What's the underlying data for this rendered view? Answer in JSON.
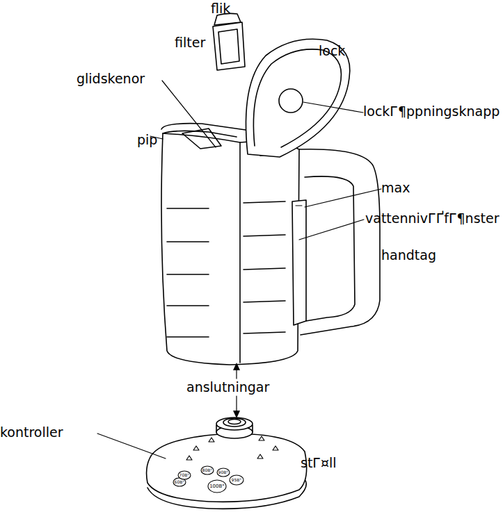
{
  "diagram": {
    "labels": [
      "flik",
      "filter",
      "lock",
      "glidskenor",
      "lockГ¶ppningsknapp",
      "pip",
      "max",
      "vattennivГҐfГ¶nster",
      "handtag",
      "anslutningar",
      "kontroller",
      "stГ¤ll",
      "60В°",
      "70В°",
      "80В°",
      "90В°",
      "100В°",
      "95В°"
    ]
  }
}
